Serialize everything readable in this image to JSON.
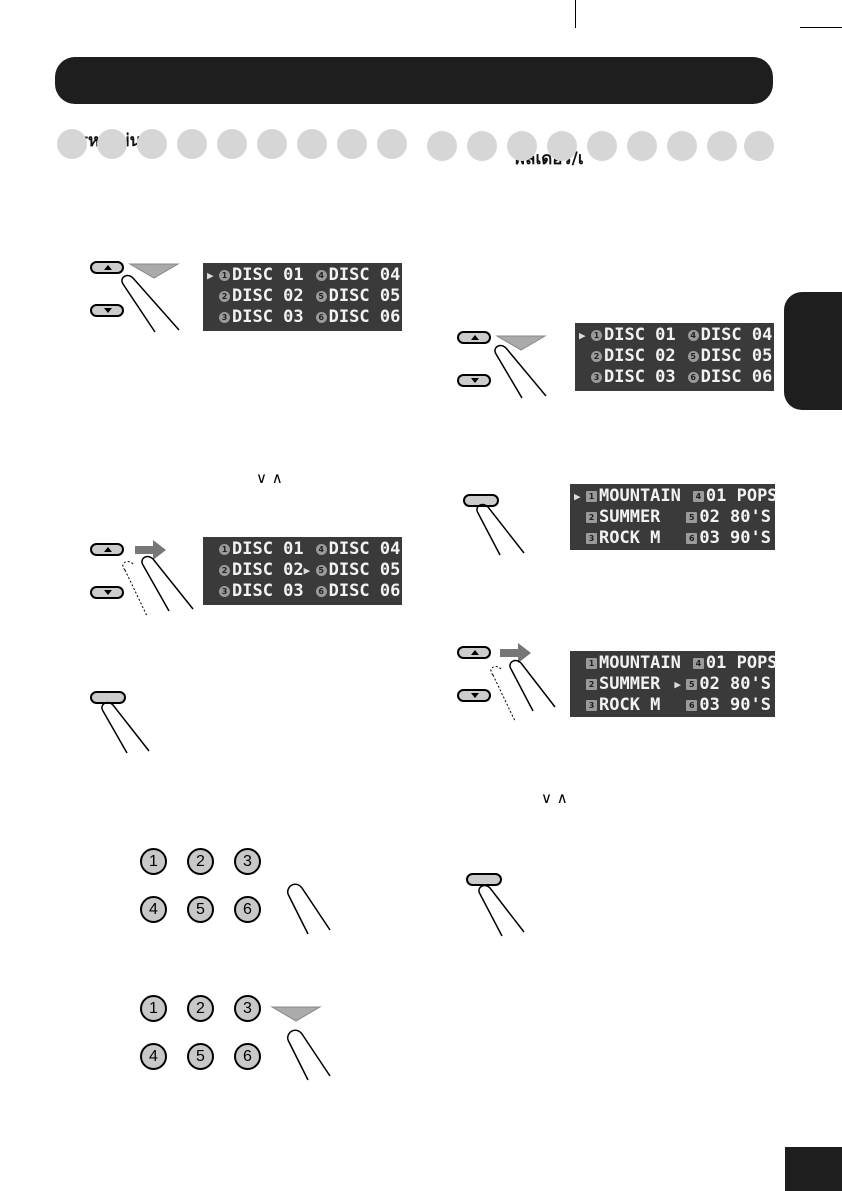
{
  "headings": {
    "left": "การหาแผ่น",
    "right": "ฟลเดอร์/เ"
  },
  "chevrons": {
    "left": "∨ ∧",
    "right": "∨ ∧"
  },
  "displays": {
    "disc_a": [
      [
        {
          "icon": "1",
          "text": "DISC 01",
          "sel": true
        },
        {
          "icon": "4",
          "text": "DISC 04",
          "sel": false
        }
      ],
      [
        {
          "icon": "2",
          "text": "DISC 02",
          "sel": false
        },
        {
          "icon": "5",
          "text": "DISC 05",
          "sel": false
        }
      ],
      [
        {
          "icon": "3",
          "text": "DISC 03",
          "sel": false
        },
        {
          "icon": "6",
          "text": "DISC 06",
          "sel": false
        }
      ]
    ],
    "disc_b": [
      [
        {
          "icon": "1",
          "text": "DISC 01",
          "sel": false
        },
        {
          "icon": "4",
          "text": "DISC 04",
          "sel": false
        }
      ],
      [
        {
          "icon": "2",
          "text": "DISC 02",
          "sel": false
        },
        {
          "icon": "5",
          "text": "DISC 05",
          "sel": true
        }
      ],
      [
        {
          "icon": "3",
          "text": "DISC 03",
          "sel": false
        },
        {
          "icon": "6",
          "text": "DISC 06",
          "sel": false
        }
      ]
    ],
    "folder_a": [
      [
        {
          "icon": "1",
          "text": "MOUNTAIN",
          "sel": true
        },
        {
          "icon": "4",
          "text": "01 POPS",
          "sel": false
        }
      ],
      [
        {
          "icon": "2",
          "text": "SUMMER",
          "sel": false
        },
        {
          "icon": "5",
          "text": "02 80'S",
          "sel": false
        }
      ],
      [
        {
          "icon": "3",
          "text": "ROCK M",
          "sel": false
        },
        {
          "icon": "6",
          "text": "03 90'S",
          "sel": false
        }
      ]
    ],
    "folder_b": [
      [
        {
          "icon": "1",
          "text": "MOUNTAIN",
          "sel": false
        },
        {
          "icon": "4",
          "text": "01 POPS",
          "sel": false
        }
      ],
      [
        {
          "icon": "2",
          "text": "SUMMER",
          "sel": false
        },
        {
          "icon": "5",
          "text": "02 80'S",
          "sel": true
        }
      ],
      [
        {
          "icon": "3",
          "text": "ROCK M",
          "sel": false
        },
        {
          "icon": "6",
          "text": "03 90'S",
          "sel": false
        }
      ]
    ]
  },
  "number_pads": {
    "keys": [
      "1",
      "2",
      "3",
      "4",
      "5",
      "6"
    ]
  },
  "colors": {
    "dark": "#1e1e1e",
    "lcd": "#3a3a3a",
    "circle": "#d6d6d6",
    "button": "#cccccc"
  },
  "icons": {
    "up_button": "triangle-up-icon",
    "down_button": "triangle-down-icon",
    "finger": "finger-press-icon",
    "arrow": "arrow-right-icon"
  }
}
